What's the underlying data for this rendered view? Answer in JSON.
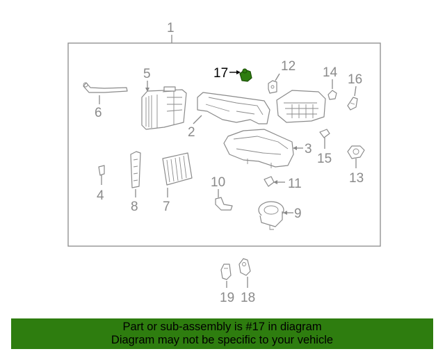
{
  "callouts": {
    "c1": "1",
    "c2": "2",
    "c3": "3",
    "c4": "4",
    "c5": "5",
    "c6": "6",
    "c7": "7",
    "c8": "8",
    "c9": "9",
    "c10": "10",
    "c11": "11",
    "c12": "12",
    "c13": "13",
    "c14": "14",
    "c15": "15",
    "c16": "16",
    "c17": "17",
    "c18": "18",
    "c19": "19"
  },
  "highlighted_part": "17",
  "colors": {
    "banner": "#2e7d0f",
    "highlight_part": "#2e7d0f",
    "line_art": "#8a8a8a"
  },
  "banner": {
    "line1": "Part or sub-assembly is #17 in diagram",
    "line2": "Diagram may not be specific to your vehicle"
  }
}
